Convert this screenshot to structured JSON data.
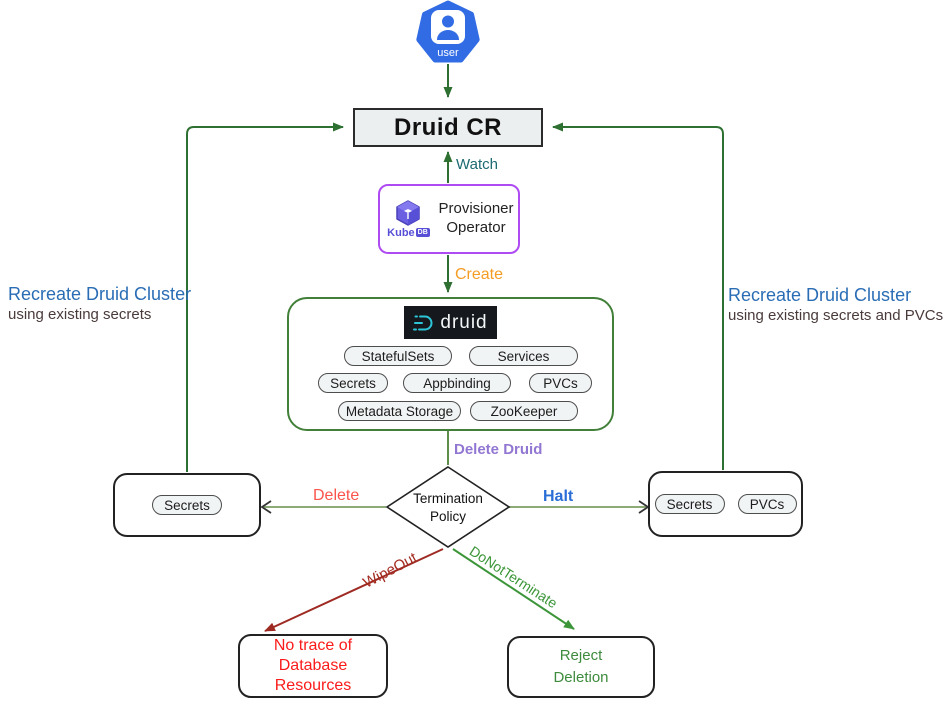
{
  "user_node": {
    "label": "user"
  },
  "druid_cr": {
    "label": "Druid CR"
  },
  "provisioner": {
    "label_line1": "Provisioner",
    "label_line2": "Operator",
    "logo_kube": "Kube",
    "logo_db": "DB"
  },
  "druid_box": {
    "logo_text": "druid",
    "pills": [
      "StatefulSets",
      "Services",
      "Secrets",
      "Appbinding",
      "PVCs",
      "Metadata Storage",
      "ZooKeeper"
    ]
  },
  "termination": {
    "line1": "Termination",
    "line2": "Policy"
  },
  "edges": {
    "watch": "Watch",
    "create": "Create",
    "delete_druid": "Delete Druid",
    "delete": "Delete",
    "halt": "Halt",
    "wipeout": "WipeOut",
    "do_not_terminate": "DoNotTerminate"
  },
  "left_box": {
    "pills": [
      "Secrets"
    ]
  },
  "right_box": {
    "pills": [
      "Secrets",
      "PVCs"
    ]
  },
  "left_note": {
    "title": "Recreate Druid Cluster",
    "subtitle": "using existing secrets"
  },
  "right_note": {
    "title": "Recreate Druid Cluster",
    "subtitle": "using existing secrets and PVCs"
  },
  "outcome_wipeout": {
    "line1": "No trace of",
    "line2": "Database",
    "line3": "Resources"
  },
  "outcome_reject": {
    "line1": "Reject",
    "line2": "Deletion"
  },
  "colors": {
    "kubernetes_blue": "#326ce5",
    "dark_green_line": "#2e7031",
    "light_green_line": "#8cab77",
    "wipeout_red": "#9e2b23",
    "dnt_green": "#3c9639",
    "watch_teal": "#1c6a72",
    "create_orange": "#f59c25",
    "delete_druid_purple": "#9277d2",
    "halt_blue": "#2b6fd6",
    "delete_red": "#fb544c",
    "note_blue": "#2a6db5",
    "druid_logo_cyan": "#2cc6d8",
    "kubedb_purple": "#574fd6",
    "provisioner_border": "#ae4bf2"
  }
}
